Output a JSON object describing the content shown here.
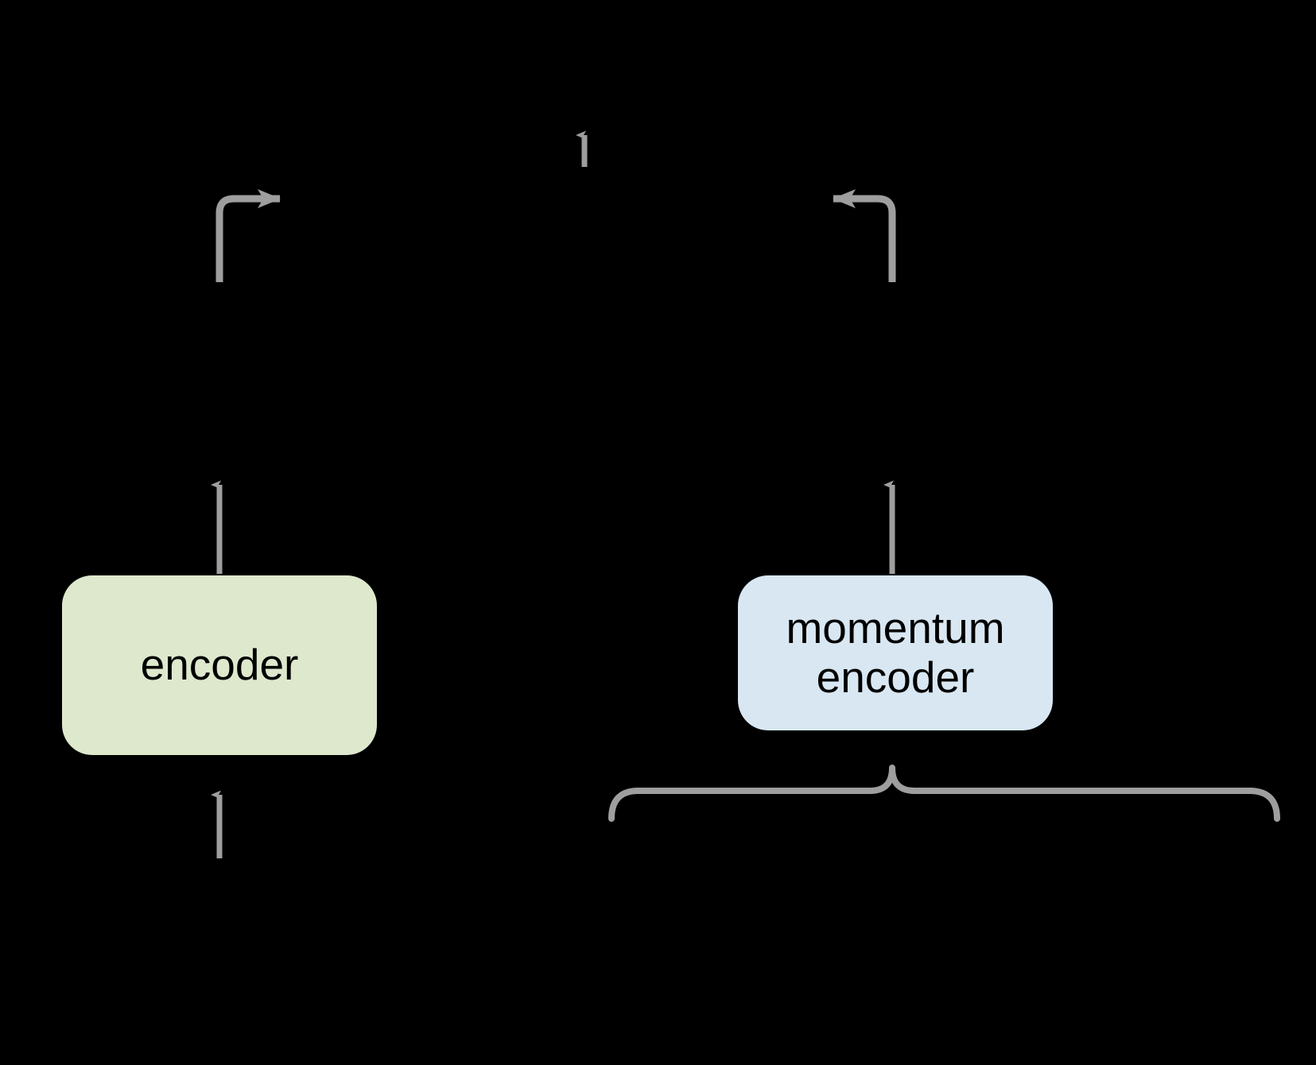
{
  "diagram": {
    "title": "momentum contrast encoder diagram",
    "background_color": "#000000",
    "stroke_color": "#9e9e9e",
    "nodes": [
      {
        "id": "encoder",
        "label": "encoder",
        "fill": "#dde8cd",
        "text_color": "#000000",
        "shape": "rounded-rectangle"
      },
      {
        "id": "momentum-encoder",
        "label": "momentum\nencoder",
        "fill": "#d8e7f2",
        "text_color": "#000000",
        "shape": "rounded-rectangle"
      }
    ],
    "connectors": [
      {
        "id": "arrow-into-encoder",
        "direction": "up",
        "style": "straight"
      },
      {
        "id": "arrow-out-of-encoder",
        "direction": "up",
        "style": "straight"
      },
      {
        "id": "arrow-into-momentum-encoder",
        "direction": "up",
        "style": "straight"
      },
      {
        "id": "arrow-encoder-to-center",
        "direction": "up-then-right",
        "style": "elbow-curved"
      },
      {
        "id": "arrow-momentum-to-center",
        "direction": "up-then-left",
        "style": "elbow-curved"
      },
      {
        "id": "arrow-center-up",
        "direction": "up",
        "style": "straight"
      },
      {
        "id": "brace-under-momentum-encoder",
        "direction": "none",
        "style": "curly-brace"
      }
    ]
  }
}
